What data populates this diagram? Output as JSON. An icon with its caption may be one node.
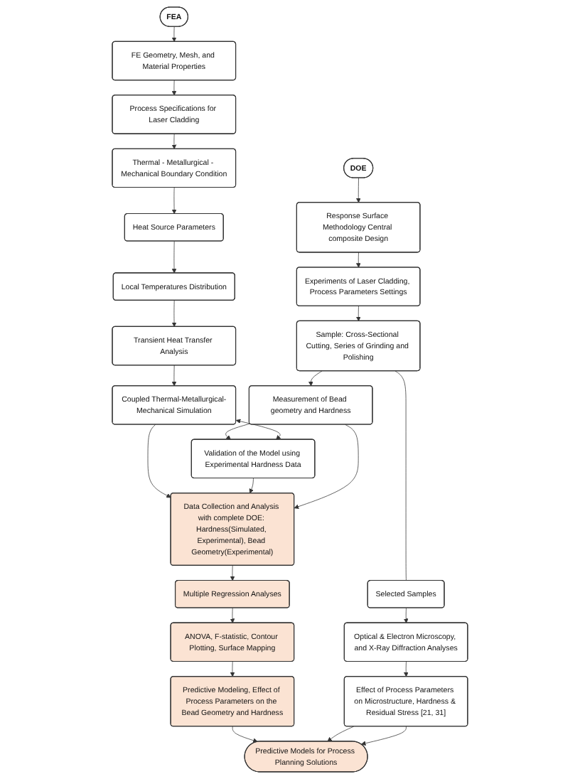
{
  "diagram": {
    "nodes": [
      {
        "text": [
          "FEA"
        ]
      },
      {
        "text": [
          "DOE"
        ]
      },
      {
        "text": [
          "FE Geometry, Mesh, and Material Properties"
        ]
      },
      {
        "text": [
          "Response Surface Methodology Central composite Design"
        ]
      },
      {
        "text": [
          "Process Specifications for Laser Cladding"
        ]
      },
      {
        "text": [
          "Experiments of Laser Cladding, Process Parameters Settings"
        ]
      },
      {
        "text": [
          "Thermal - Metallurgical - Mechanical Boundary Condition"
        ]
      },
      {
        "text": [
          "Sample: Cross-Sectional Cutting, Series of Grinding and Polishing"
        ]
      },
      {
        "text": [
          "Heat Source Parameters"
        ]
      },
      {
        "text": [
          "Measurement of Bead geometry and Hardness"
        ]
      },
      {
        "text": [
          "Local Temperatures Distribution"
        ]
      },
      {
        "text": [
          "Validation of the Model using Experimental Hardness Data"
        ]
      },
      {
        "text": [
          "Selected Samples"
        ]
      },
      {
        "text": [
          "Transient Heat Transfer Analysis"
        ]
      },
      {
        "text": [
          "Coupled Thermal-Metallurgical-Mechanical Simulation"
        ]
      },
      {
        "text": [
          "Data Collection and Analysis with complete DOE: Hardness(Simulated, Experimental), Bead Geometry(Experimental)"
        ]
      },
      {
        "text": [
          "Multiple Regression Analyses"
        ]
      },
      {
        "text": [
          "Optical & Electron Microscopy, and X-Ray Diffraction Analyses"
        ]
      },
      {
        "text": [
          "ANOVA, F-statistic, Contour Plotting, Surface Mapping"
        ]
      },
      {
        "text": [
          "Effect of Process Parameters on Microstructure, Hardness & Residual Stress [21, 31]"
        ]
      },
      {
        "text": [
          "Predictive Modeling, Effect of Process Parameters on the Bead Geometry and Hardness"
        ]
      },
      {
        "text": [
          "Predictive Models for Process Planning Solutions"
        ]
      }
    ],
    "edges": [
      {
        "from": 0,
        "to": 2,
        "arrow": "to"
      },
      {
        "from": 2,
        "to": 4,
        "arrow": "to"
      },
      {
        "from": 4,
        "to": 6,
        "arrow": "to"
      },
      {
        "from": 6,
        "to": 8,
        "arrow": "to"
      },
      {
        "from": 8,
        "to": 10,
        "arrow": "to"
      },
      {
        "from": 10,
        "to": 13,
        "arrow": "to"
      },
      {
        "from": 13,
        "to": 14,
        "arrow": "to"
      },
      {
        "from": 1,
        "to": 3,
        "arrow": "to"
      },
      {
        "from": 3,
        "to": 5,
        "arrow": "to"
      },
      {
        "from": 5,
        "to": 7,
        "arrow": "to"
      },
      {
        "from": 7,
        "to": 9,
        "arrow": "to"
      },
      {
        "from": 9,
        "to": 11,
        "arrow": "to"
      },
      {
        "from": 14,
        "to": 11,
        "arrow": "both"
      },
      {
        "from": 14,
        "to": 15,
        "arrow": "to"
      },
      {
        "from": 11,
        "to": 15,
        "arrow": "to"
      },
      {
        "from": 9,
        "to": 15,
        "arrow": "to"
      },
      {
        "from": 7,
        "to": 12,
        "arrow": "none"
      },
      {
        "from": 12,
        "to": 17,
        "arrow": "to"
      },
      {
        "from": 15,
        "to": 16,
        "arrow": "to"
      },
      {
        "from": 16,
        "to": 18,
        "arrow": "to"
      },
      {
        "from": 18,
        "to": 20,
        "arrow": "to"
      },
      {
        "from": 20,
        "to": 21,
        "arrow": "to"
      },
      {
        "from": 17,
        "to": 19,
        "arrow": "to"
      },
      {
        "from": 19,
        "to": 21,
        "arrow": "to"
      },
      {
        "from": 19,
        "to": 21,
        "arrow": "to"
      }
    ]
  }
}
